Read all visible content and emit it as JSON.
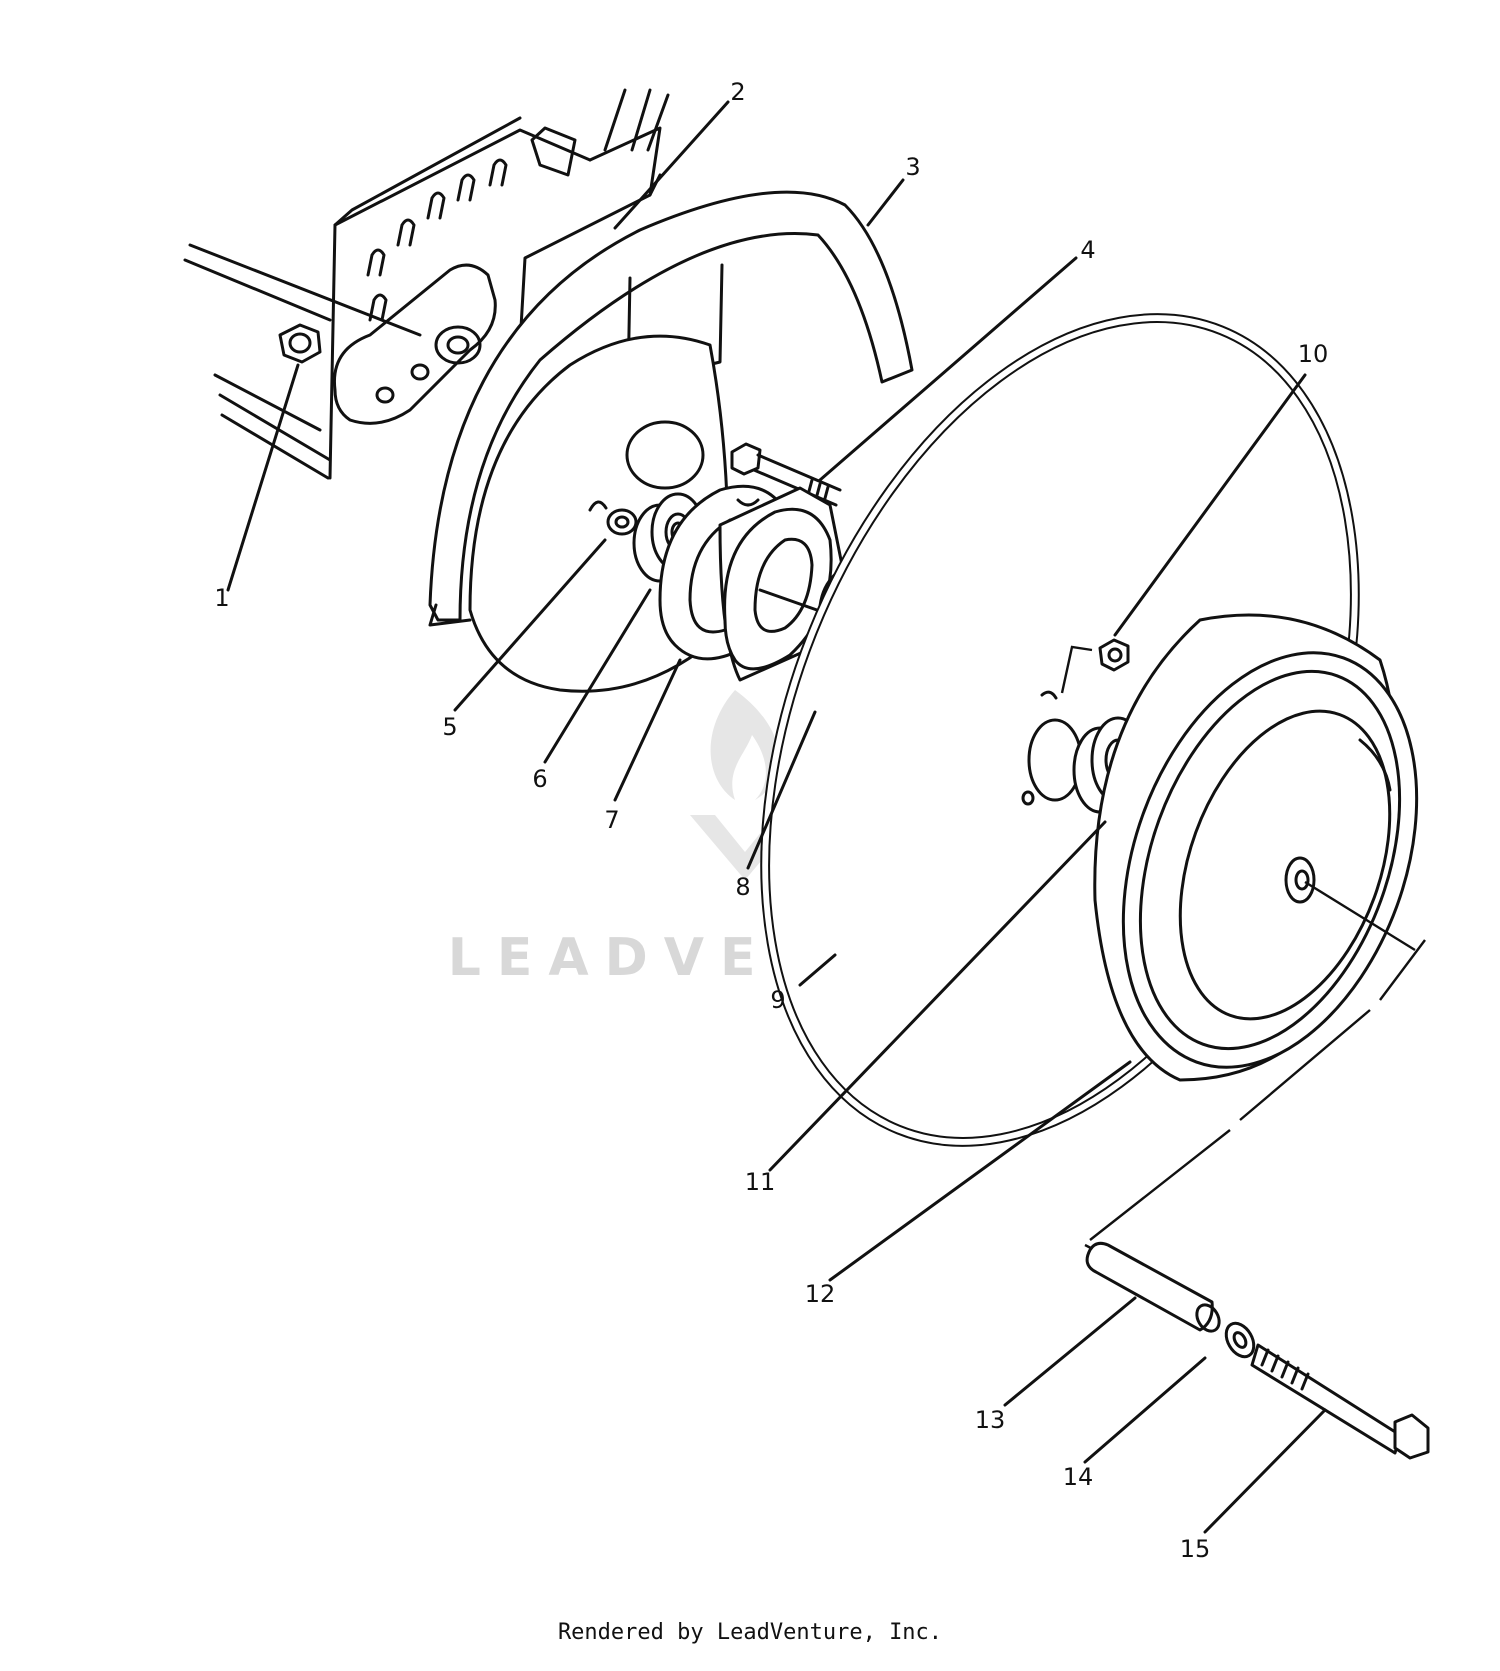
{
  "diagram": {
    "callouts": [
      {
        "id": 1,
        "label": "1"
      },
      {
        "id": 2,
        "label": "2"
      },
      {
        "id": 3,
        "label": "3"
      },
      {
        "id": 4,
        "label": "4"
      },
      {
        "id": 5,
        "label": "5"
      },
      {
        "id": 6,
        "label": "6"
      },
      {
        "id": 7,
        "label": "7"
      },
      {
        "id": 8,
        "label": "8"
      },
      {
        "id": 9,
        "label": "9"
      },
      {
        "id": 10,
        "label": "10"
      },
      {
        "id": 11,
        "label": "11"
      },
      {
        "id": 12,
        "label": "12"
      },
      {
        "id": 13,
        "label": "13"
      },
      {
        "id": 14,
        "label": "14"
      },
      {
        "id": 15,
        "label": "15"
      }
    ],
    "watermark": "LEADVENTURE",
    "colors": {
      "line": "#111111",
      "watermark": "#d8d8d8",
      "background": "#ffffff"
    }
  },
  "footer": {
    "text": "Rendered by LeadVenture, Inc."
  }
}
